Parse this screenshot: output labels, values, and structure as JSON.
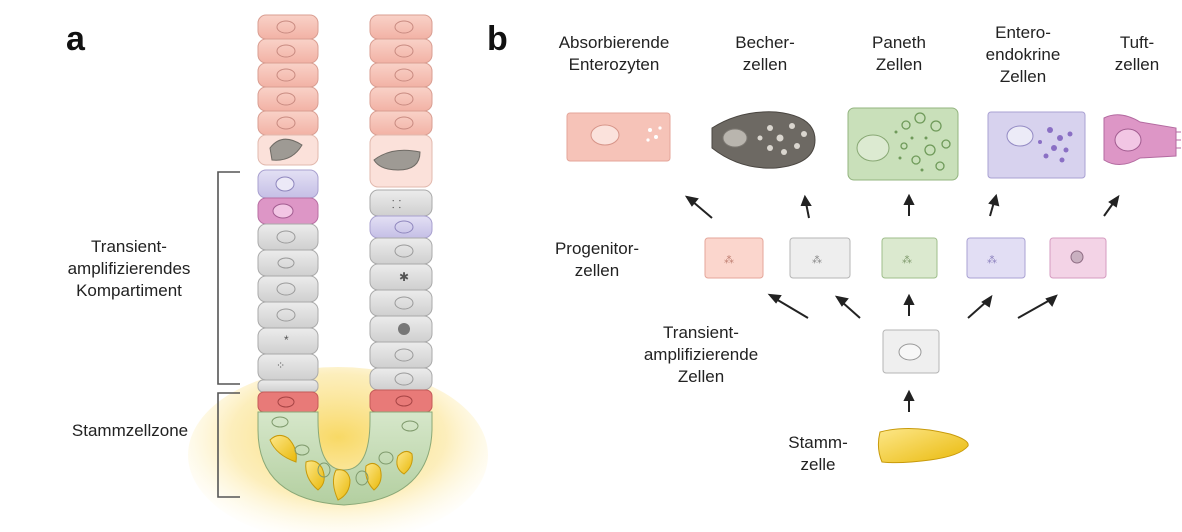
{
  "panel_a": {
    "letter": "a",
    "labels": {
      "transient": [
        "Transient-",
        "amplifizierendes",
        "Kompartiment"
      ],
      "stem_zone": "Stammzellzone"
    }
  },
  "panel_b": {
    "letter": "b",
    "cell_types": [
      {
        "label": [
          "Absorbierende",
          "Enterozyten"
        ],
        "color": "#f4b8ad"
      },
      {
        "label": [
          "Becher-",
          "zellen"
        ],
        "color": "#8a857d"
      },
      {
        "label": [
          "Paneth",
          "Zellen"
        ],
        "color": "#b9d4a8"
      },
      {
        "label": [
          "Entero-",
          "endokrine",
          "Zellen"
        ],
        "color": "#c9c3e6"
      },
      {
        "label": [
          "Tuft-",
          "zellen"
        ],
        "color": "#d98fc2"
      }
    ],
    "progenitor_label": [
      "Progenitor-",
      "zellen"
    ],
    "transient_label": [
      "Transient-",
      "amplifizierende",
      "Zellen"
    ],
    "stem_label": [
      "Stamm-",
      "zelle"
    ]
  },
  "colors": {
    "enterocyte": "#f6c3b8",
    "goblet": "#a9a49c",
    "paneth": "#bfd8b0",
    "enteroendocrine": "#cfcaea",
    "tuft": "#dd96c6",
    "transit": "#d8d8d8",
    "stem": "#f2c818",
    "stem_glow": "#fbe58a",
    "red_cell": "#e87a78"
  }
}
